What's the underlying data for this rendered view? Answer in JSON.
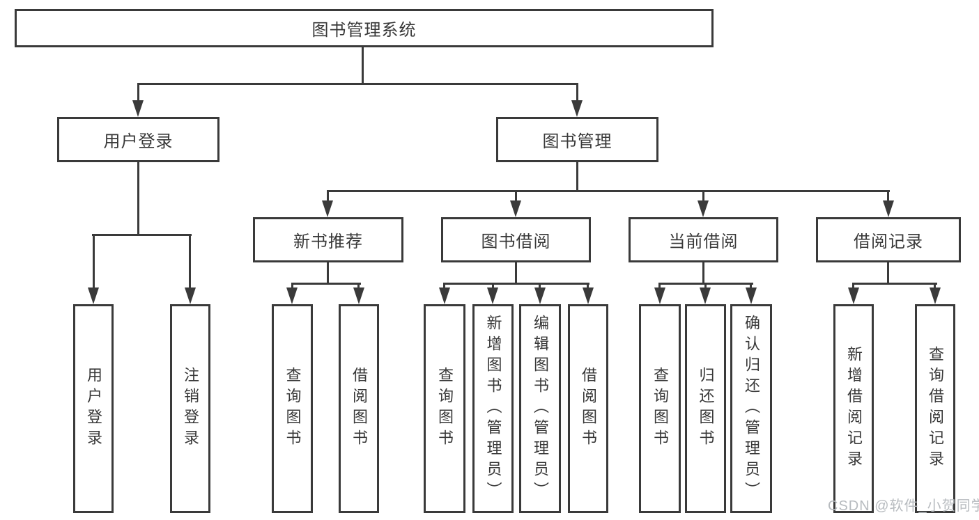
{
  "diagram": {
    "type": "hierarchy",
    "title": "图书管理系统",
    "background": "#ffffff",
    "line_color": "#3a3a3a",
    "text_color": "#383838",
    "watermark_text": "CSDN @软件_小贺同学",
    "watermark_color": "#b7bbbf"
  },
  "nodes": {
    "root": "图书管理系统",
    "user_login": "用户登录",
    "book_mgmt": "图书管理",
    "login": "用户登录",
    "logout": "注销登录",
    "new_rec": "新书推荐",
    "book_borrow": "图书借阅",
    "current_borrow": "当前借阅",
    "borrow_record": "借阅记录",
    "rec_query": "查询图书",
    "rec_borrow": "借阅图书",
    "bb_query": "查询图书",
    "bb_add": "新增图书（管理员）",
    "bb_edit": "编辑图书（管理员）",
    "bb_borrow": "借阅图书",
    "cb_query": "查询图书",
    "cb_return": "归还图书",
    "cb_confirm": "确认归还（管理员）",
    "br_add": "新增借阅记录",
    "br_query": "查询借阅记录"
  },
  "tree": {
    "label": "图书管理系统",
    "children": [
      {
        "label": "用户登录",
        "children": [
          {
            "label": "用户登录"
          },
          {
            "label": "注销登录"
          }
        ]
      },
      {
        "label": "图书管理",
        "children": [
          {
            "label": "新书推荐",
            "children": [
              {
                "label": "查询图书"
              },
              {
                "label": "借阅图书"
              }
            ]
          },
          {
            "label": "图书借阅",
            "children": [
              {
                "label": "查询图书"
              },
              {
                "label": "新增图书（管理员）"
              },
              {
                "label": "编辑图书（管理员）"
              },
              {
                "label": "借阅图书"
              }
            ]
          },
          {
            "label": "当前借阅",
            "children": [
              {
                "label": "查询图书"
              },
              {
                "label": "归还图书"
              },
              {
                "label": "确认归还（管理员）"
              }
            ]
          },
          {
            "label": "借阅记录",
            "children": [
              {
                "label": "新增借阅记录"
              },
              {
                "label": "查询借阅记录"
              }
            ]
          }
        ]
      }
    ]
  }
}
